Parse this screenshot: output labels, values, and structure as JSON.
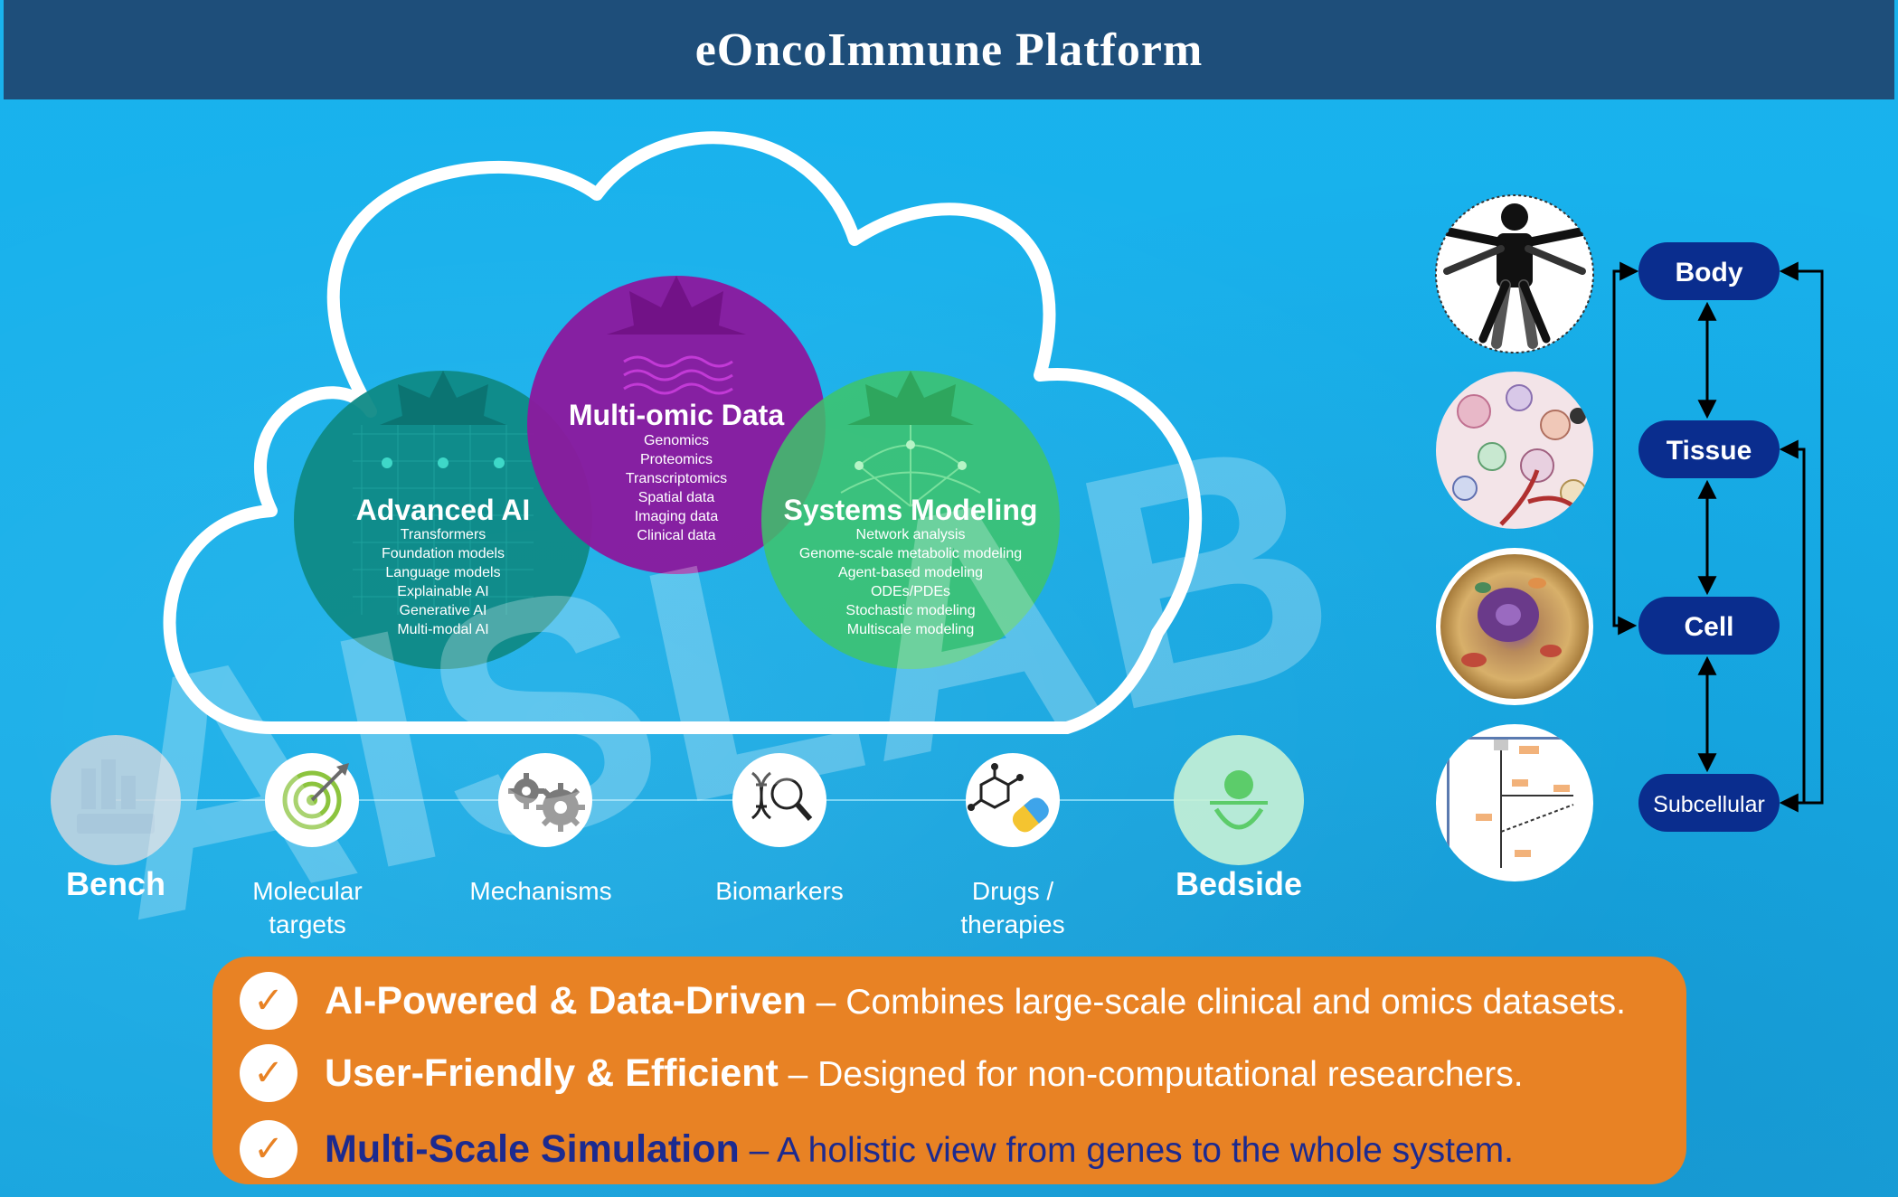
{
  "header": {
    "title": "eOncoImmune Platform"
  },
  "watermark": {
    "text": "AISLAB"
  },
  "circles": {
    "ai": {
      "title": "Advanced AI",
      "items": [
        "Transformers",
        "Foundation models",
        "Language models",
        "Explainable AI",
        "Generative AI",
        "Multi-modal AI"
      ],
      "color": "#0f8a86"
    },
    "omics": {
      "title": "Multi-omic Data",
      "items": [
        "Genomics",
        "Proteomics",
        "Transcriptomics",
        "Spatial data",
        "Imaging data",
        "Clinical data"
      ],
      "color": "#8a1a9e"
    },
    "systems": {
      "title": "Systems Modeling",
      "items": [
        "Network analysis",
        "Genome-scale metabolic modeling",
        "Agent-based modeling",
        "ODEs/PDEs",
        "Stochastic modeling",
        "Multiscale modeling"
      ],
      "color": "#3ec46a"
    }
  },
  "timeline": {
    "start": "Bench",
    "end": "Bedside",
    "steps": [
      {
        "label_line1": "Molecular",
        "label_line2": "targets",
        "icon": "target-icon"
      },
      {
        "label_line1": "Mechanisms",
        "label_line2": "",
        "icon": "gears-icon"
      },
      {
        "label_line1": "Biomarkers",
        "label_line2": "",
        "icon": "dna-magnifier-icon"
      },
      {
        "label_line1": "Drugs /",
        "label_line2": "therapies",
        "icon": "molecule-pill-icon"
      }
    ]
  },
  "scales": {
    "body": "Body",
    "tissue": "Tissue",
    "cell": "Cell",
    "subcellular": "Subcellular",
    "color": "#0a2d8e"
  },
  "benefits": [
    {
      "strong": "AI-Powered & Data-Driven",
      "rest": " – Combines large-scale clinical and omics datasets."
    },
    {
      "strong": "User-Friendly & Efficient",
      "rest": " – Designed for non-computational researchers."
    },
    {
      "strong": "Multi-Scale Simulation",
      "rest": " – A holistic view from genes to the whole system."
    }
  ],
  "colors": {
    "header": "#1e4e7a",
    "background": "#1ab0ea",
    "benefit_box": "#e88224",
    "benefit_dark_text": "#1c2a8f"
  }
}
